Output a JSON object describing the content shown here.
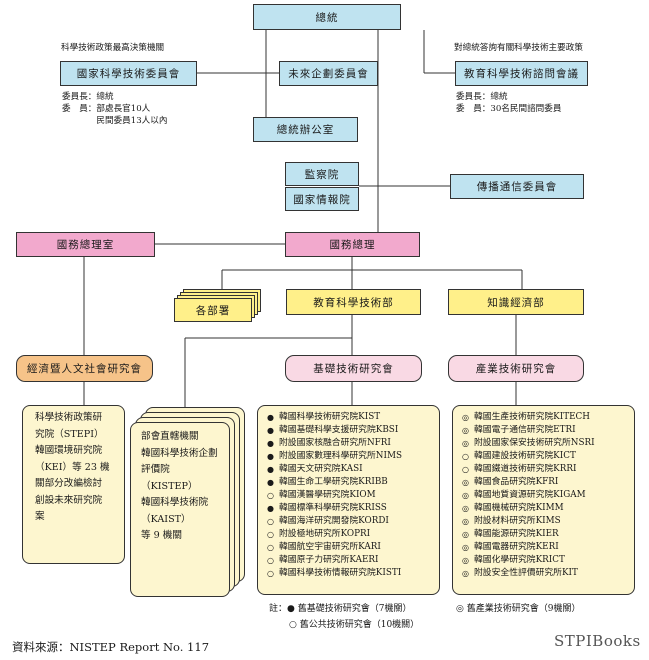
{
  "boxes": {
    "president": "總統",
    "science_council": "國家科學技術委員會",
    "future_committee": "未來企劃委員會",
    "education_council": "教育科學技術諮問會議",
    "president_office": "總統辦公室",
    "audit": "監察院",
    "intelligence": "國家情報院",
    "broadcast": "傳播通信委員會",
    "pm_office": "國務總理室",
    "pm": "國務總理",
    "ministries": "各部署",
    "mest": "教育科學技術部",
    "mke": "知識經濟部",
    "nrcs": "經濟暨人文社會研究會",
    "basic_rc": "基礎技術研究會",
    "industrial_rc": "產業技術研究會"
  },
  "notes": {
    "science_council_desc": "科學技術政策最高決策機關",
    "education_council_desc": "對總統答詢有關科學技術主要政策",
    "science_council_members": "委員長：總統\n委　員：部處長官10人\n　　　　民間委員13人以內",
    "education_council_members": "委員長：總統\n委　員：30名民間諮問委員"
  },
  "panels": {
    "nrcs_institutes": "科學技術政策研\n究院（STEPI）\n韓國環境研究院\n（KEI）等 23 機\n關部分改編檢討\n創設未來研究院\n案",
    "mest_direct": "部會直轄機關\n韓國科學技術企劃\n評價院\n（KISTEP）\n韓國科學技術院\n（KAIST）\n等 9 機關",
    "basic_institutes": [
      {
        "marker": "●",
        "name": "韓國科學技術研究院KIST"
      },
      {
        "marker": "●",
        "name": "韓國基礎科學支援研究院KBSI"
      },
      {
        "marker": "●",
        "name": "附設國家核融合研究所NFRI"
      },
      {
        "marker": "●",
        "name": "附設國家數理科學研究所NIMS"
      },
      {
        "marker": "●",
        "name": "韓國天文研究院KASI"
      },
      {
        "marker": "●",
        "name": "韓國生命工學研究院KRIBB"
      },
      {
        "marker": "○",
        "name": "韓國漢醫學研究院KIOM"
      },
      {
        "marker": "●",
        "name": "韓國標準科學研究院KRISS"
      },
      {
        "marker": "○",
        "name": "韓國海洋研究開發院KORDI"
      },
      {
        "marker": "○",
        "name": "附設極地研究所KOPRI"
      },
      {
        "marker": "○",
        "name": "韓國航空宇宙研究所KARI"
      },
      {
        "marker": "○",
        "name": "韓國原子力研究所KAERI"
      },
      {
        "marker": "○",
        "name": "韓國科學技術情報研究院KISTI"
      }
    ],
    "industrial_institutes": [
      {
        "marker": "◎",
        "name": "韓國生產技術研究院KITECH"
      },
      {
        "marker": "◎",
        "name": "韓國電子通信研究院ETRI"
      },
      {
        "marker": "◎",
        "name": "附設國家保安技術研究所NSRI"
      },
      {
        "marker": "○",
        "name": "韓國建設技術研究院KICT"
      },
      {
        "marker": "○",
        "name": "韓國鐵道技術研究院KRRI"
      },
      {
        "marker": "◎",
        "name": "韓國食品研究院KFRI"
      },
      {
        "marker": "◎",
        "name": "韓國地質資源研究院KIGAM"
      },
      {
        "marker": "◎",
        "name": "韓國機械研究院KIMM"
      },
      {
        "marker": "◎",
        "name": "附設材料研究所KIMS"
      },
      {
        "marker": "◎",
        "name": "韓國能源研究院KIER"
      },
      {
        "marker": "◎",
        "name": "韓國電器研究院KERI"
      },
      {
        "marker": "◎",
        "name": "韓國化學研究院KRICT"
      },
      {
        "marker": "◎",
        "name": "附設安全性評價研究所KIT"
      }
    ]
  },
  "legend": {
    "basic": "註：● 舊基礎技術研究會（7機關）",
    "public": "○ 舊公共技術研究會（10機關）",
    "industrial": "◎ 舊產業技術研究會（9機關）"
  },
  "footer": {
    "source": "資料來源：NISTEP Report No. 117",
    "brand": "STPIBooks"
  }
}
